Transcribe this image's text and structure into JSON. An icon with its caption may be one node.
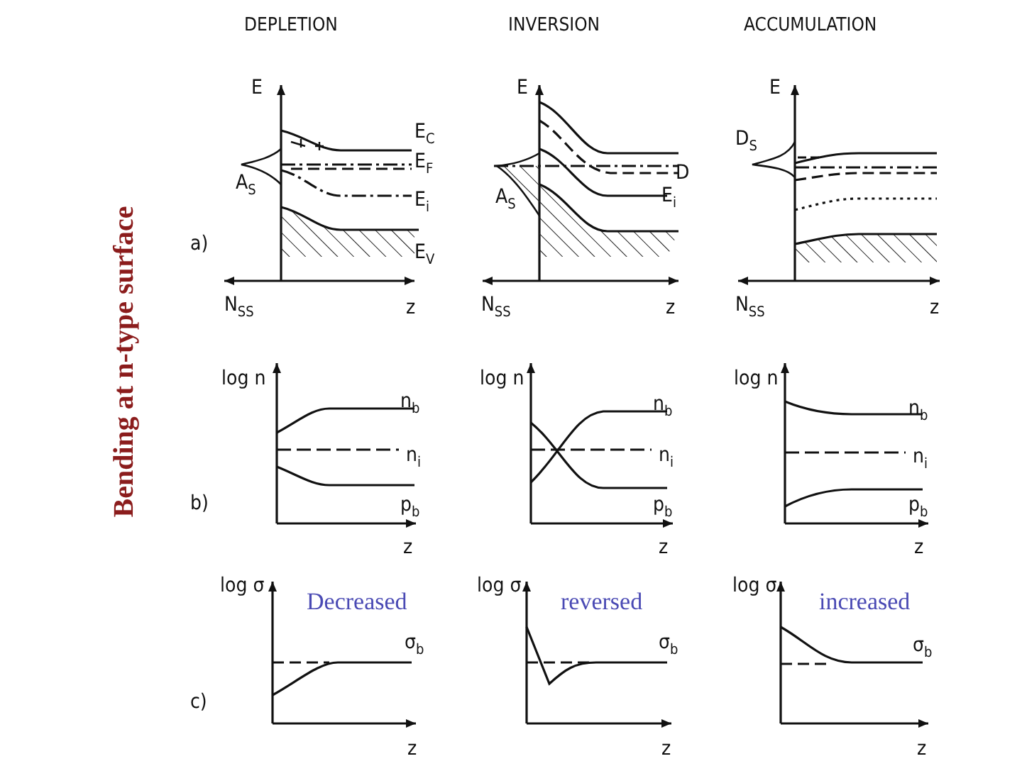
{
  "diagram": {
    "title": "Bending at n-type surface",
    "labels": [
      "DEPLETION",
      "INVERSION",
      "ACCUMULATION",
      "E",
      "E",
      "E",
      "E$_{C}$",
      "D$_{S}$",
      "E$_{F}$",
      "D",
      "A$_{S}$",
      "E$_{i}$",
      "A$_{S}$",
      "E$_{i}$",
      "a)",
      "E$_{V}$",
      "N$_{SS}$",
      "z",
      "N$_{SS}$",
      "z",
      "N$_{SS}$",
      "z",
      "log n",
      "log n",
      "log n",
      "n$_{b}$",
      "n$_{b}$",
      "n$_{b}$",
      "n$_{i}$",
      "n$_{i}$",
      "n$_{i}$",
      "b)",
      "p$_{b}$",
      "p$_{b}$",
      "p$_{b}$",
      "z",
      "z",
      "z",
      "log σ",
      "Decreased",
      "log σ",
      "reversed",
      "log σ",
      "increased",
      "σ$_{b}$",
      "σ$_{b}$",
      "σ$_{b}$",
      "c)",
      "z",
      "z",
      "z"
    ]
  }
}
